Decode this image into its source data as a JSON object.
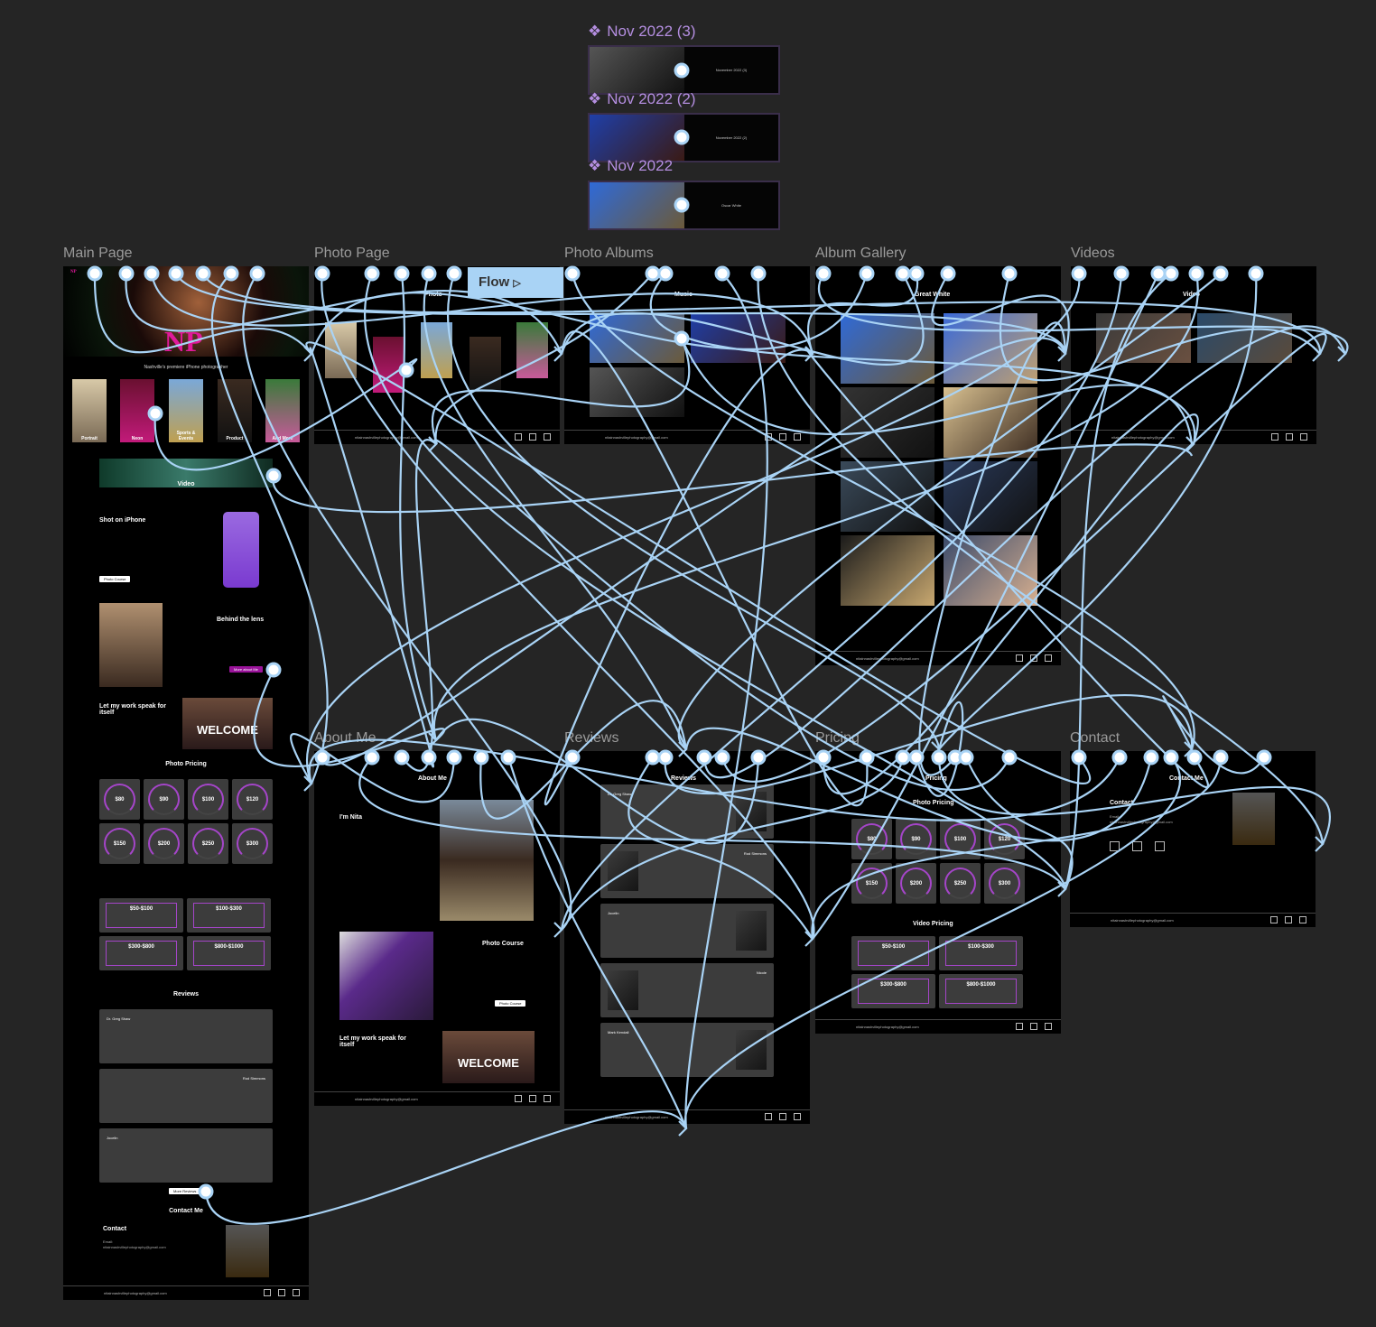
{
  "components": [
    {
      "label": "Nov 2022 (3)",
      "caption": "November 2022 (3)"
    },
    {
      "label": "Nov 2022 (2)",
      "caption": "November 2022 (2)"
    },
    {
      "label": "Nov 2022",
      "caption": "Oscar White"
    }
  ],
  "frames": {
    "main": "Main Page",
    "photo": "Photo Page",
    "albums": "Photo Albums",
    "gallery": "Album Gallery",
    "videos": "Videos",
    "about": "About Me",
    "reviews": "Reviews",
    "pricing": "Pricing",
    "contact": "Contact"
  },
  "flow_label": "Flow",
  "site": {
    "logo": "NP",
    "tagline": "Nashville's premiere iPhone photographer",
    "categories": [
      "Portrait",
      "Neon",
      "Sports & Events",
      "Product",
      "And More"
    ],
    "video_banner": "Video",
    "shot_title": "Shot on iPhone",
    "photo_course_btn": "Photo Course",
    "behind_title": "Behind the lens",
    "more_about_btn": "More about Me",
    "work_title": "Let my work speak for itself",
    "welcome": "WELCOME",
    "photo_pricing": "Photo Pricing",
    "prices": [
      "$80",
      "$90",
      "$100",
      "$120",
      "$150",
      "$200",
      "$250",
      "$300"
    ],
    "video_pricing": "Video Pricing",
    "video_prices": [
      "$50-$100",
      "$100-$300",
      "$300-$800",
      "$800-$1000"
    ],
    "pricing_video_prices": [
      "$50-$100",
      "$100-$300",
      "$300-$800",
      "$800-$1000"
    ],
    "reviews_title": "Reviews",
    "reviewers": [
      "Dr. Greg Shaw",
      "Rod Simmons",
      "Jocelin",
      "Nicole",
      "Mark Kendall"
    ],
    "more_reviews_btn": "More Reviews",
    "contact_title": "Contact Me",
    "contact_heading": "Contact",
    "email_label": "Email:",
    "email": "nitainnashvillephotography@gmail.com",
    "photo_heading": "Photo",
    "music_heading": "Music",
    "great_white": "Great White",
    "video_heading": "Video",
    "about_title": "About Me",
    "im_nita": "I'm Nita",
    "course_title": "Photo Course",
    "pricing_title": "Pricing"
  },
  "colors": {
    "accent": "#e0199a",
    "flow": "#a9d3f5",
    "component": "#b48ee0",
    "canvas": "#252525"
  }
}
